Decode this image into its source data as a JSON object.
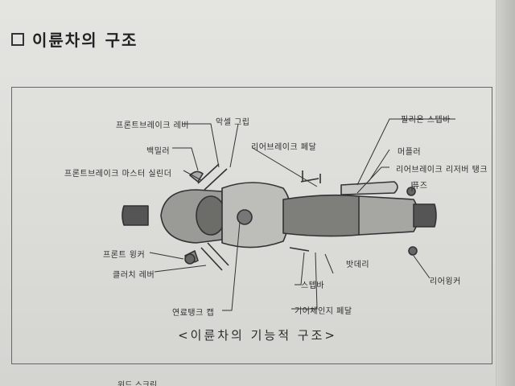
{
  "section_title": "이륜차의 구조",
  "caption": "<이륜차의 기능적 구조>",
  "labels": {
    "front_brake_lever": "프론트브레이크 레버",
    "accel_grip": "악셀 그립",
    "pillion_step": "필리온 스텝바",
    "back_mirror": "백밀러",
    "rear_brake_pedal": "리어브레이크 페달",
    "muffler": "머플러",
    "front_brake_master_cylinder": "프론트브레이크 마스터 실린더",
    "rear_brake_reservoir_tank": "리어브레이크 리저버 탱크",
    "fuse": "퓨즈",
    "front_winker": "프론트 윙커",
    "battery": "밧데리",
    "clutch_lever": "클러치 레버",
    "step_bar": "스텝바",
    "rear_winker": "리어윙커",
    "fuel_tank_cap": "연료탱크 캡",
    "gear_change_pedal": "기어체인지 페달"
  },
  "bottom_text": "윈드 스크린"
}
